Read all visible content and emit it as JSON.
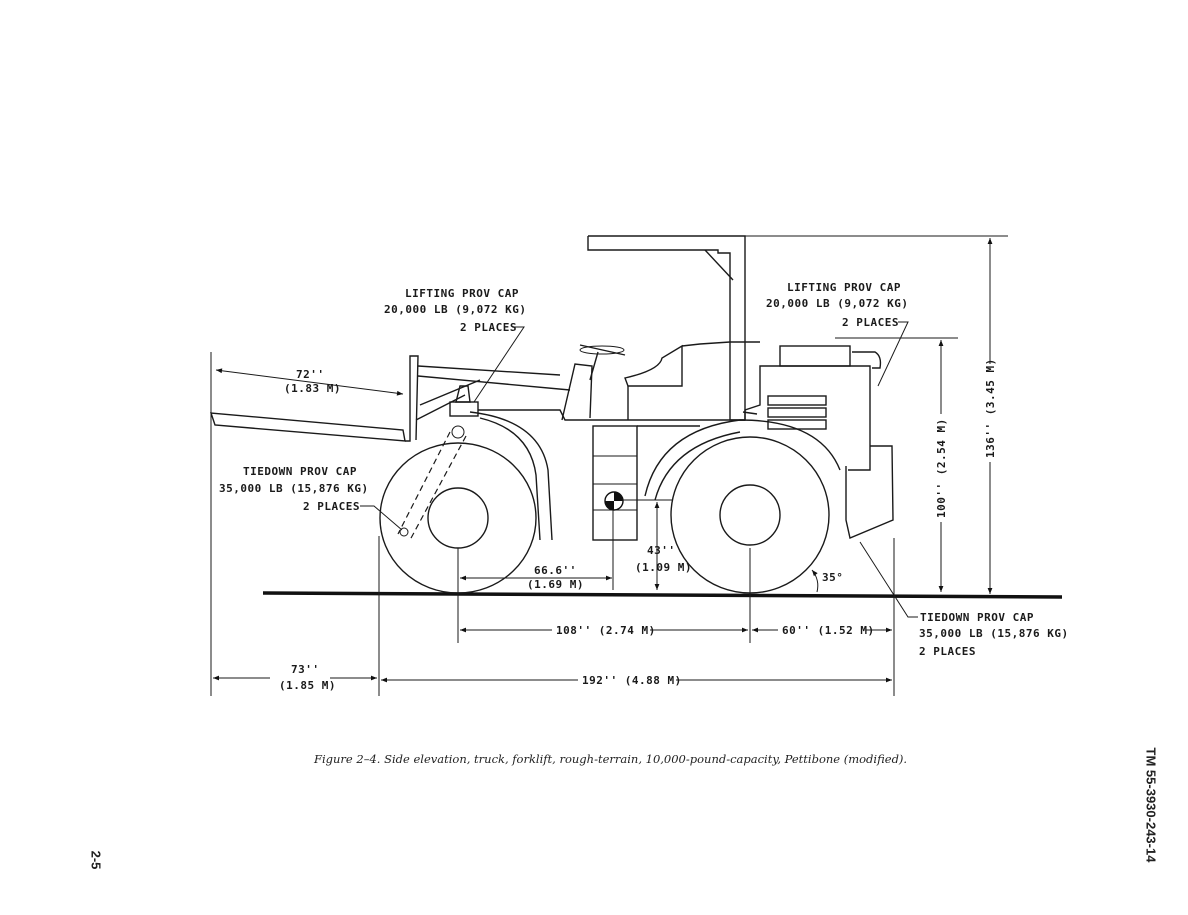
{
  "labels": {
    "lift_left_1": "LIFTING PROV CAP",
    "lift_left_2": "20,000 LB (9,072 KG)",
    "lift_left_3": "2 PLACES",
    "lift_right_1": "LIFTING PROV CAP",
    "lift_right_2": "20,000 LB (9,072 KG)",
    "lift_right_3": "2 PLACES",
    "tie_left_1": "TIEDOWN PROV CAP",
    "tie_left_2": "35,000 LB (15,876 KG)",
    "tie_left_3": "2 PLACES",
    "tie_right_1": "TIEDOWN PROV CAP",
    "tie_right_2": "35,000 LB (15,876 KG)",
    "tie_right_3": "2 PLACES"
  },
  "dimensions": {
    "fork_len_1": "72''",
    "fork_len_2": "(1.83 M)",
    "cg_horiz_1": "66.6''",
    "cg_horiz_2": "(1.69 M)",
    "cg_height_1": "43''",
    "cg_height_2": "(1.09 M)",
    "angle": "35°",
    "wheelbase": "108'' (2.74 M)",
    "rear_overhang": "60'' (1.52 M)",
    "front_overhang_1": "73''",
    "front_overhang_2": "(1.85 M)",
    "body_length": "192'' (4.88 M)",
    "height_body": "100'' (2.54 M)",
    "height_total": "136'' (3.45 M)"
  },
  "caption": "Figure 2–4.   Side elevation, truck, forklift, rough-terrain, 10,000-pound-capacity, Pettibone (modified).",
  "side_id": "TM 55-3930-243-14",
  "page_number": "2-5"
}
